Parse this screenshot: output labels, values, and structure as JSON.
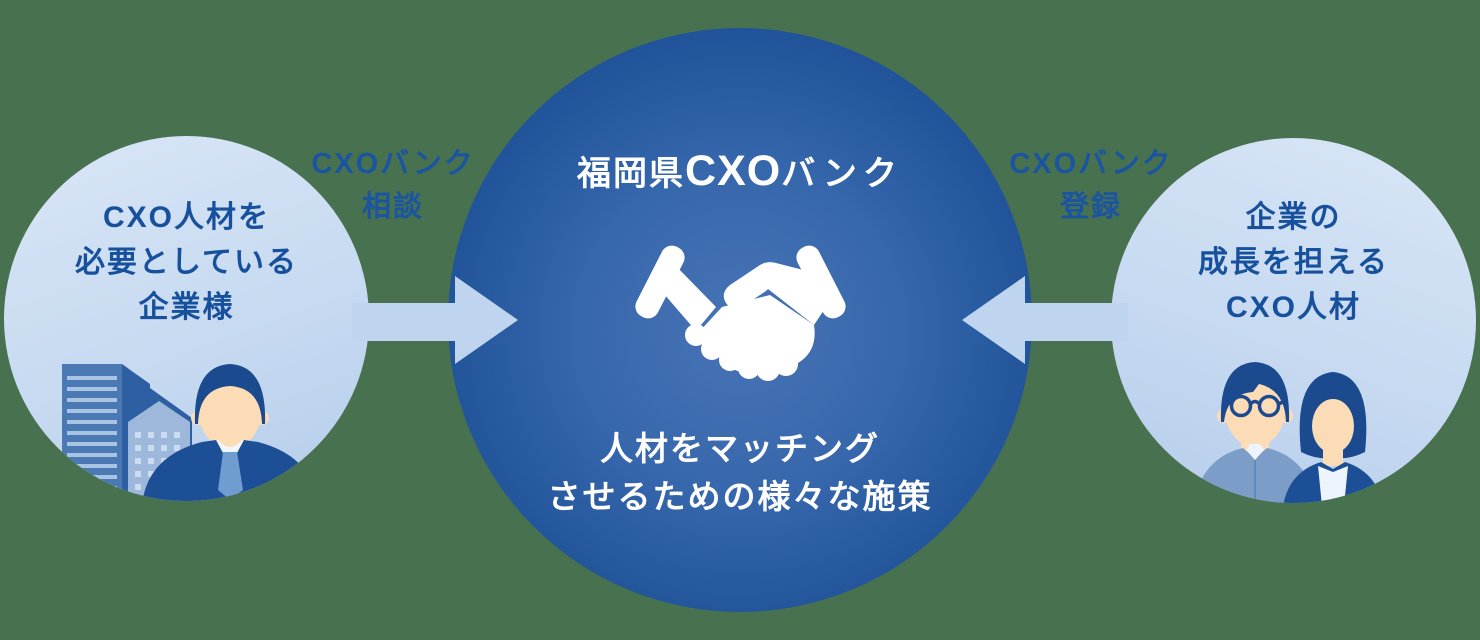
{
  "diagram": {
    "background_color": "#48714f",
    "center": {
      "title_parts": {
        "prefix": "福岡県",
        "emphasis": "CXO",
        "suffix": "バンク"
      },
      "title_full": "福岡県CXOバンク",
      "icon": "handshake-icon",
      "description_line1": "人材をマッチング",
      "description_line2": "させるための様々な施策",
      "circle_color_center": "#4874b5",
      "circle_color_edge": "#174a91",
      "text_color": "#ffffff"
    },
    "left": {
      "lines": [
        "CXO人材を",
        "必要としている",
        "企業様"
      ],
      "illustration": "office-buildings-and-businessman",
      "arrow": {
        "label_line1": "CXOバンク",
        "label_line2": "相談",
        "direction": "right"
      }
    },
    "right": {
      "lines": [
        "企業の",
        "成長を担える",
        "CXO人材"
      ],
      "illustration": "cxo-professionals-man-and-woman",
      "arrow": {
        "label_line1": "CXOバンク",
        "label_line2": "登録",
        "direction": "left"
      }
    },
    "colors": {
      "light_circle": "#c7daf1",
      "dark_circle": "#205399",
      "label_text_blue": "#1b55a2",
      "circle_text_blue": "#17519d",
      "arrow_fill": "#bfd5ef",
      "navy_suit": "#1d4f96",
      "skin_tone": "#fcdcb6"
    }
  }
}
